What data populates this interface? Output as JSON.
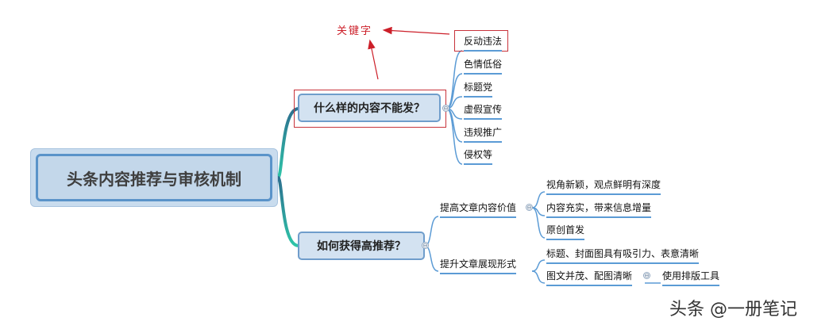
{
  "root": {
    "label": "头条内容推荐与审核机制"
  },
  "branch1": {
    "label": "什么样的内容不能发？",
    "items": [
      "反动违法",
      "色情低俗",
      "标题党",
      "虚假宣传",
      "违规推广",
      "侵权等"
    ]
  },
  "branch2": {
    "label": "如何获得高推荐？",
    "sub1": {
      "label": "提高文章内容价值",
      "items": [
        "视角新颖，观点鲜明有深度",
        "内容充实，带来信息增量",
        "原创首发"
      ]
    },
    "sub2": {
      "label": "提升文章展现形式",
      "items": [
        "标题、封面图具有吸引力、表意清晰",
        "图文并茂、配图清晰"
      ],
      "child": "使用排版工具"
    }
  },
  "annotation": {
    "label": "关键字"
  },
  "watermark": {
    "label": "头条 @一册笔记"
  },
  "collapse_symbol": "⊖",
  "colors": {
    "accent_red": "#cc1f29",
    "line_blue": "#5b9bd5",
    "connector_teal": "#2aa89a"
  }
}
